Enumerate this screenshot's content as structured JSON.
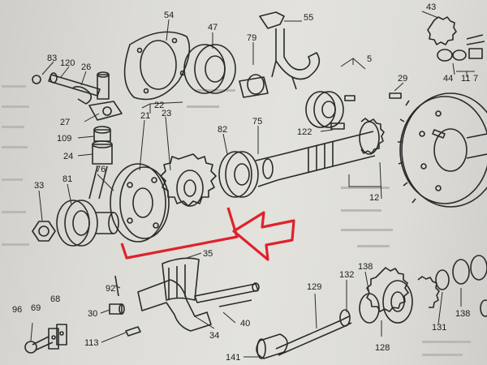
{
  "diagram": {
    "callouts": [
      {
        "id": "c43",
        "text": "43"
      },
      {
        "id": "c54",
        "text": "54"
      },
      {
        "id": "c47",
        "text": "47"
      },
      {
        "id": "c55",
        "text": "55"
      },
      {
        "id": "c83",
        "text": "83"
      },
      {
        "id": "c120",
        "text": "120"
      },
      {
        "id": "c26",
        "text": "26"
      },
      {
        "id": "c79",
        "text": "79"
      },
      {
        "id": "c5",
        "text": "5"
      },
      {
        "id": "c44",
        "text": "44"
      },
      {
        "id": "c11",
        "text": "11"
      },
      {
        "id": "c7",
        "text": "7"
      },
      {
        "id": "c29",
        "text": "29"
      },
      {
        "id": "c27",
        "text": "27"
      },
      {
        "id": "c22",
        "text": "22"
      },
      {
        "id": "c21",
        "text": "21"
      },
      {
        "id": "c23",
        "text": "23"
      },
      {
        "id": "c82",
        "text": "82"
      },
      {
        "id": "c75",
        "text": "75"
      },
      {
        "id": "c122",
        "text": "122"
      },
      {
        "id": "c109",
        "text": "109"
      },
      {
        "id": "c24",
        "text": "24"
      },
      {
        "id": "c81",
        "text": "81"
      },
      {
        "id": "c76",
        "text": "76"
      },
      {
        "id": "c33",
        "text": "33"
      },
      {
        "id": "c12",
        "text": "12"
      },
      {
        "id": "c35",
        "text": "35"
      },
      {
        "id": "c92",
        "text": "92"
      },
      {
        "id": "c129",
        "text": "129"
      },
      {
        "id": "c132",
        "text": "132"
      },
      {
        "id": "c138a",
        "text": "138"
      },
      {
        "id": "c138b",
        "text": "138"
      },
      {
        "id": "c131",
        "text": "131"
      },
      {
        "id": "c30",
        "text": "30"
      },
      {
        "id": "c40",
        "text": "40"
      },
      {
        "id": "c96",
        "text": "96"
      },
      {
        "id": "c69",
        "text": "69"
      },
      {
        "id": "c68",
        "text": "68"
      },
      {
        "id": "c113",
        "text": "113"
      },
      {
        "id": "c34",
        "text": "34"
      },
      {
        "id": "c128",
        "text": "128"
      },
      {
        "id": "c141",
        "text": "141"
      }
    ],
    "annotation_color": "#e0222b",
    "ink_color": "#2a2a2a"
  }
}
